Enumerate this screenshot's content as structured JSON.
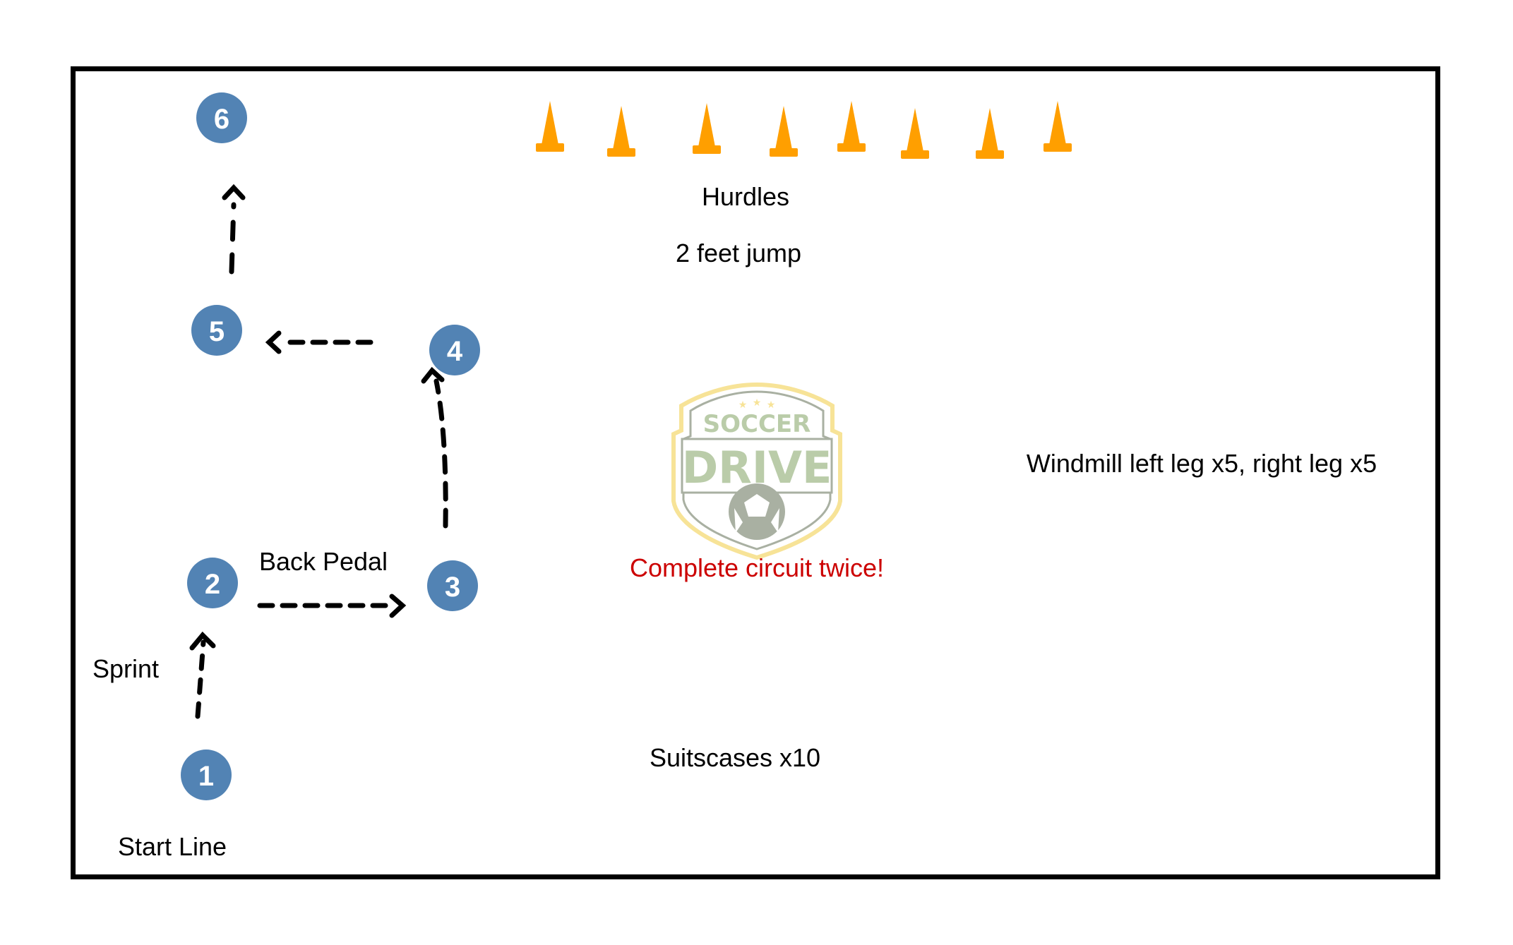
{
  "diagram": {
    "title_labels": {
      "hurdles": "Hurdles",
      "hurdles_sub": "2 feet jump",
      "windmill": "Windmill left leg x5, right leg x5",
      "circuit_note": "Complete circuit twice!",
      "back_pedal": "Back Pedal",
      "sprint": "Sprint",
      "suitcases": "Suitscases x10",
      "start_line": "Start Line"
    },
    "stations": [
      "1",
      "2",
      "3",
      "4",
      "5",
      "6"
    ],
    "cone_count": 8,
    "logo": {
      "top_text": "SOCCER",
      "main_text": "DRIVE"
    },
    "colors": {
      "station": "#5283b4",
      "cone": "#ff9f00",
      "note": "#cc0000",
      "logo_green": "#b3c7a0",
      "logo_gray": "#a0a898",
      "logo_gold": "#f7e08c"
    }
  }
}
